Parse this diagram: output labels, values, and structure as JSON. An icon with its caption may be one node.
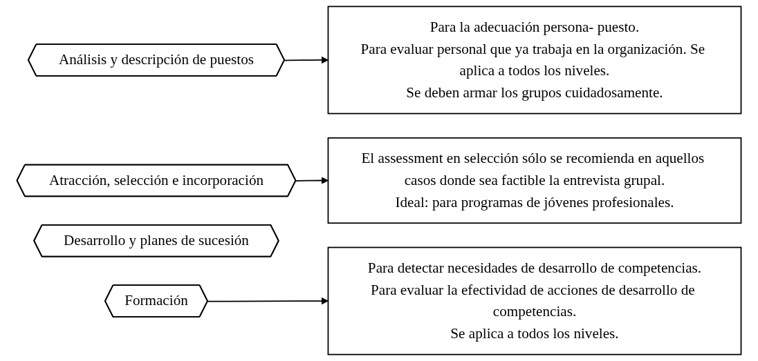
{
  "diagram": {
    "nodes": [
      {
        "text": [
          "Análisis y descripción de puestos"
        ]
      },
      {
        "text": [
          "Para la adecuación persona- puesto.",
          "Para evaluar personal que ya trabaja en la organización. Se aplica a todos los niveles.",
          "Se deben armar los grupos cuidadosamente."
        ]
      },
      {
        "text": [
          "Atracción, selección e incorporación"
        ]
      },
      {
        "text": [
          "El assessment en selección sólo se recomienda en aquellos casos donde sea factible la entrevista grupal.",
          "Ideal: para programas de jóvenes profesionales."
        ]
      },
      {
        "text": [
          "Desarrollo y planes de sucesión"
        ]
      },
      {
        "text": [
          "Formación"
        ]
      },
      {
        "text": [
          "Para detectar necesidades de desarrollo de competencias.",
          "Para evaluar la efectividad de acciones de desarrollo de competencias.",
          "Se aplica a todos los niveles."
        ]
      }
    ],
    "edges": [
      {
        "from": 0,
        "to": 1,
        "arrow": "to"
      },
      {
        "from": 2,
        "to": 3,
        "arrow": "to"
      },
      {
        "from": 5,
        "to": 6,
        "arrow": "to"
      }
    ]
  }
}
